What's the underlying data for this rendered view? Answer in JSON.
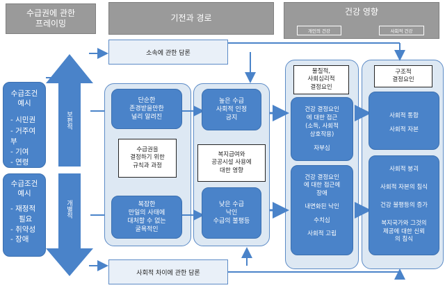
{
  "headers": {
    "framing": [
      "수급권에 관한",
      "프레이밍"
    ],
    "origin": "기전과 경로",
    "health": "건강 영향",
    "health_sub1": "개인의 건강",
    "health_sub2": "사회적 건강"
  },
  "discourse": {
    "top": "소속에 관한 담론",
    "bottom": "사회적 차이에 관한 담론"
  },
  "left": {
    "upper_title": [
      "수급조건",
      "예시"
    ],
    "upper_items": [
      "- 시민권",
      "- 거주여부",
      "- 기여",
      "- 연령"
    ],
    "lower_title": [
      "수급조건",
      "예시"
    ],
    "lower_items": [
      "- 재정적",
      "필요",
      "- 취약성",
      "- 장애"
    ],
    "arrow_up": "보편적",
    "arrow_down": "개별적"
  },
  "middle": {
    "upper_left": [
      "단순한",
      "존경받을만한",
      "널리 알려진"
    ],
    "rule_box": [
      "수급권을",
      "결정하기 위한",
      "규칙과 과정"
    ],
    "lower_left": [
      "복잡한",
      "만일의 사태에",
      "대처할 수 없는",
      "굴욕적인"
    ],
    "upper_right": [
      "높은 수급",
      "사회적 인정",
      "긍지"
    ],
    "welfare_box": [
      "복지급여와",
      "공공시설 사용에",
      "대한 영향"
    ],
    "lower_right": [
      "낮은 수급",
      "낙인",
      "수급의 불평등"
    ]
  },
  "psych": {
    "title": [
      "물질적,",
      "사회심리적",
      "결정요인"
    ],
    "upper": [
      "건강 결정요인",
      "에 대한 접근",
      "(소득, 사회적",
      "상호작용)",
      "",
      "자부심"
    ],
    "lower": [
      "건강 결정요인",
      "에 대한 접근에",
      "장애",
      "",
      "내면화된 낙인",
      "",
      "수치심",
      "",
      "사회적 고립"
    ]
  },
  "struct": {
    "title": [
      "구조적",
      "결정요인"
    ],
    "upper": [
      "사회적 통합",
      "사회적 자본"
    ],
    "lower": [
      "사회적 붕괴",
      "사회적 자본의 침식",
      "건강 불평등의 증가",
      "복지국가와 그것의",
      "제공에 대한 신뢰",
      "의 침식"
    ]
  }
}
